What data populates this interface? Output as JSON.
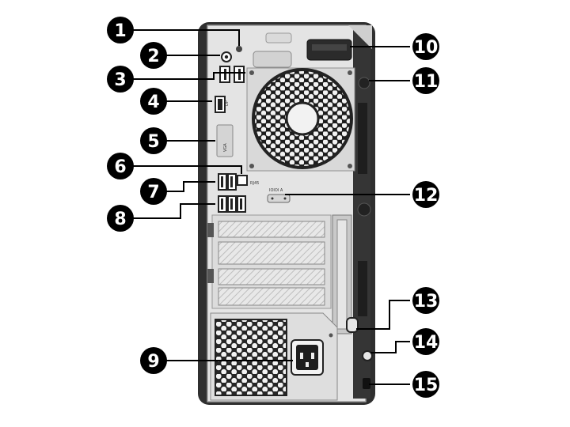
{
  "diagram": {
    "subject": "desktop-tower-rear-view",
    "colors": {
      "chassis": "#2f2f2f",
      "panel": "#e6e6e6",
      "panel_edge": "#9a9a9a",
      "port_dark": "#222222",
      "callout_fill": "#000000",
      "callout_text": "#ffffff",
      "leader": "#000000"
    },
    "port_labels": {
      "displayport": "DP",
      "vga": "VGA",
      "serial": "IOIOI A",
      "rj45": "RJ45"
    },
    "callouts": [
      {
        "id": "1",
        "label": "1"
      },
      {
        "id": "2",
        "label": "2"
      },
      {
        "id": "3",
        "label": "3"
      },
      {
        "id": "4",
        "label": "4"
      },
      {
        "id": "5",
        "label": "5"
      },
      {
        "id": "6",
        "label": "6"
      },
      {
        "id": "7",
        "label": "7"
      },
      {
        "id": "8",
        "label": "8"
      },
      {
        "id": "9",
        "label": "9"
      },
      {
        "id": "10",
        "label": "10"
      },
      {
        "id": "11",
        "label": "11"
      },
      {
        "id": "12",
        "label": "12"
      },
      {
        "id": "13",
        "label": "13"
      },
      {
        "id": "14",
        "label": "14"
      },
      {
        "id": "15",
        "label": "15"
      }
    ]
  }
}
